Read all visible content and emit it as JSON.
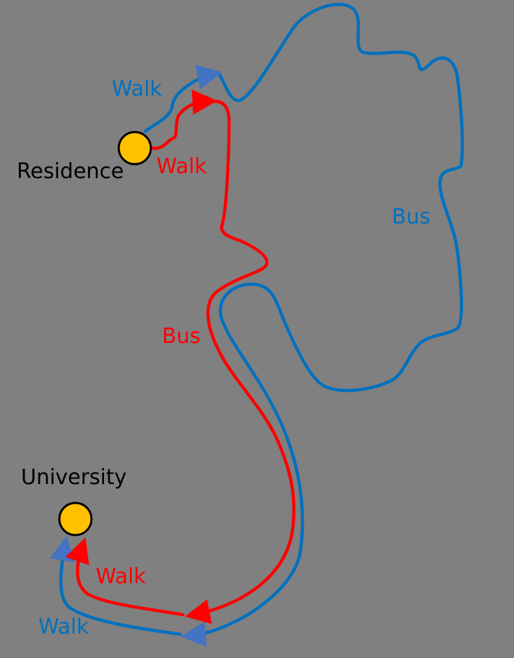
{
  "colors": {
    "background": "#808080",
    "route_blue": "#0070C0",
    "route_red": "#FF0000",
    "place_fill": "#FFC000",
    "place_stroke": "#000000",
    "text_dark": "#000000"
  },
  "places": {
    "residence": "Residence",
    "university": "University"
  },
  "routes": {
    "blue": {
      "walk_start": "Walk",
      "bus": "Bus",
      "walk_end": "Walk"
    },
    "red": {
      "walk_start": "Walk",
      "bus": "Bus",
      "walk_end": "Walk"
    }
  }
}
